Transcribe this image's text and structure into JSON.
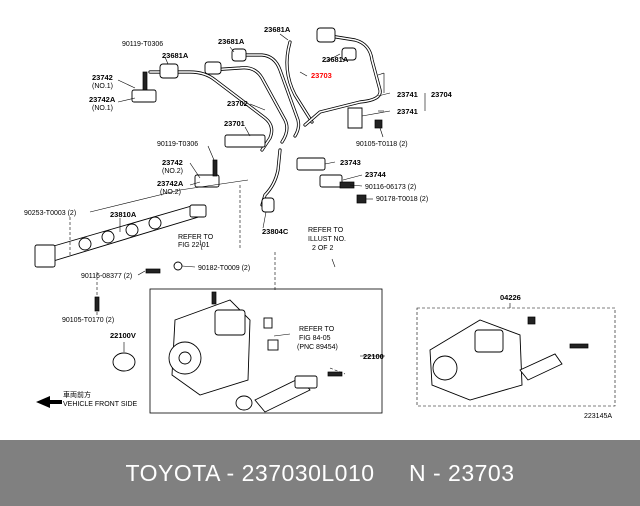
{
  "labels": {
    "p_90119_T0306_a": "90119-T0306",
    "p_23681A_a": "23681A",
    "p_23681A_b": "23681A",
    "p_23681A_c": "23681A",
    "p_23681A_d": "23681A",
    "p_23703": "23703",
    "p_23742_no1": "23742",
    "p_no1_a": "(NO.1)",
    "p_23742A_no1": "23742A",
    "p_no1_b": "(NO.1)",
    "p_23702": "23702",
    "p_23701": "23701",
    "p_23741_a": "23741",
    "p_23704": "23704",
    "p_23741_b": "23741",
    "p_90119_T0306_b": "90119-T0306",
    "p_90105_T0118": "90105-T0118 (2)",
    "p_23742_no2": "23742",
    "p_no2_a": "(NO.2)",
    "p_23742A_no2": "23742A",
    "p_no2_b": "(NO.2)",
    "p_23743": "23743",
    "p_23744": "23744",
    "p_90116_06173": "90116-06173 (2)",
    "p_90178_T0018": "90178-T0018 (2)",
    "p_90253_T0003": "90253-T0003 (2)",
    "p_23810A": "23810A",
    "p_23804C": "23804C",
    "p_refer_a1": "REFER TO",
    "p_refer_a2": "FIG 22-01",
    "p_refer_b1": "REFER TO",
    "p_refer_b2": "ILLUST NO.",
    "p_refer_b3": "2 OF 2",
    "p_90116_08377": "90116-08377 (2)",
    "p_90182_T0009": "90182-T0009 (2)",
    "p_90105_T0170": "90105-T0170 (2)",
    "p_22100V": "22100V",
    "p_refer_c1": "REFER TO",
    "p_refer_c2": "FIG 84-05",
    "p_refer_c3": "(PNC 89454)",
    "p_22100": "22100",
    "p_04226": "04226",
    "p_vehicle_jp": "車両前方",
    "p_vehicle_en": "VEHICLE FRONT SIDE",
    "p_code": "223145A"
  },
  "footer": {
    "text": "TOYOTA - 237030L010     N - 23703"
  },
  "colors": {
    "highlight": "#ff0000",
    "footer_bg": "#808080",
    "footer_text": "#ffffff"
  }
}
